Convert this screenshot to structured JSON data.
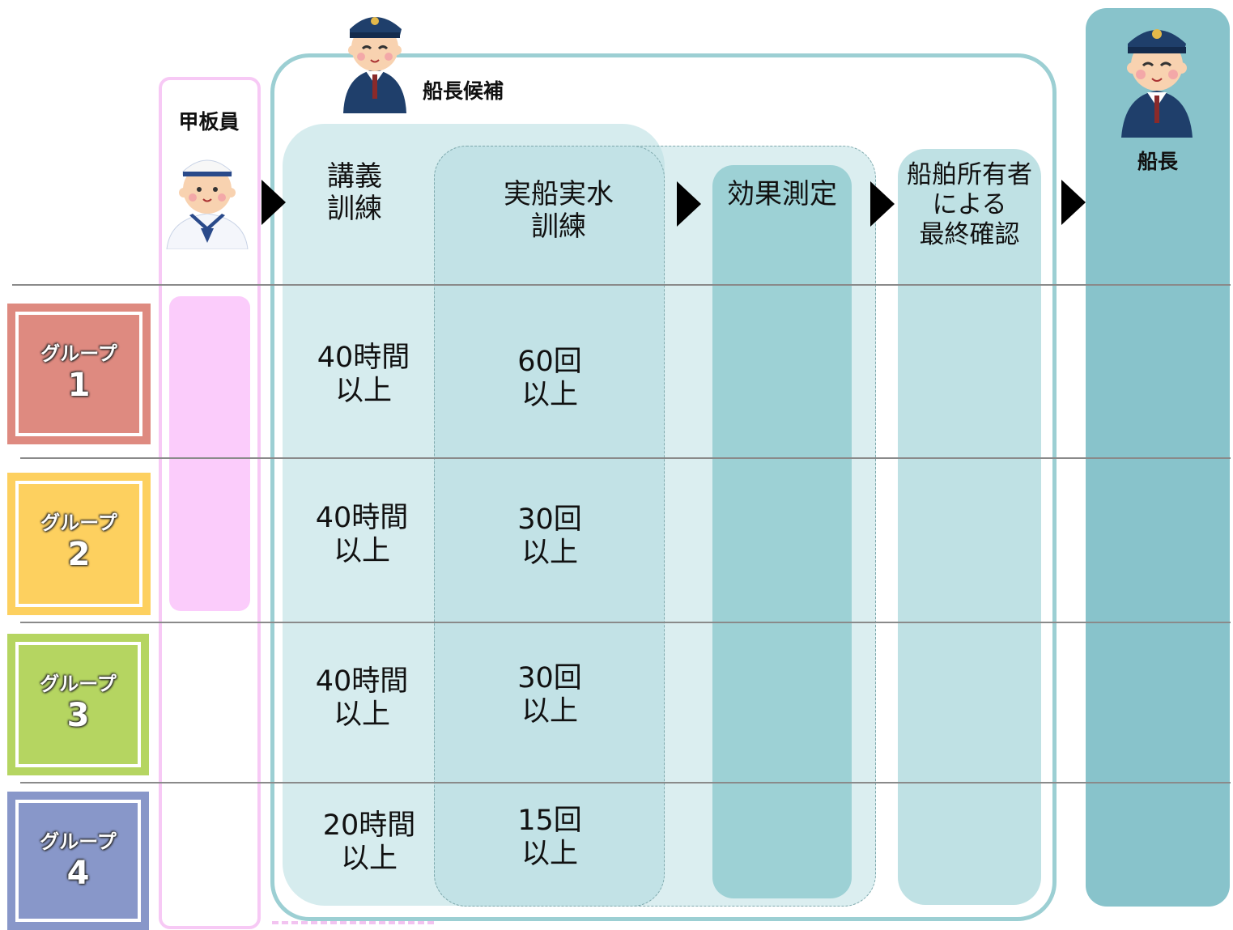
{
  "headers": {
    "deckhand": "甲板員",
    "captain_candidate": "船長候補",
    "captain": "船長",
    "lecture": [
      "講義",
      "訓練"
    ],
    "onboard": [
      "実船実水",
      "訓練"
    ],
    "effect": "効果測定",
    "owner": [
      "船舶所有者",
      "による",
      "最終確認"
    ]
  },
  "groups": [
    {
      "label": "グループ",
      "number": "1",
      "color": "#de8a80",
      "lecture": [
        "40時間",
        "以上"
      ],
      "onboard": [
        "60回",
        "以上"
      ]
    },
    {
      "label": "グループ",
      "number": "2",
      "color": "#fdd05f",
      "lecture": [
        "40時間",
        "以上"
      ],
      "onboard": [
        "30回",
        "以上"
      ]
    },
    {
      "label": "グループ",
      "number": "3",
      "color": "#b5d561",
      "lecture": [
        "40時間",
        "以上"
      ],
      "onboard": [
        "30回",
        "以上"
      ]
    },
    {
      "label": "グループ",
      "number": "4",
      "color": "#8897c9",
      "lecture": [
        "20時間",
        "以上"
      ],
      "onboard": [
        "15回",
        "以上"
      ]
    }
  ],
  "icons": {
    "captain_candidate": "captain-person-icon",
    "captain": "captain-person-icon",
    "deckhand": "sailor-person-icon",
    "arrow": "right-triangle-arrow-icon"
  }
}
